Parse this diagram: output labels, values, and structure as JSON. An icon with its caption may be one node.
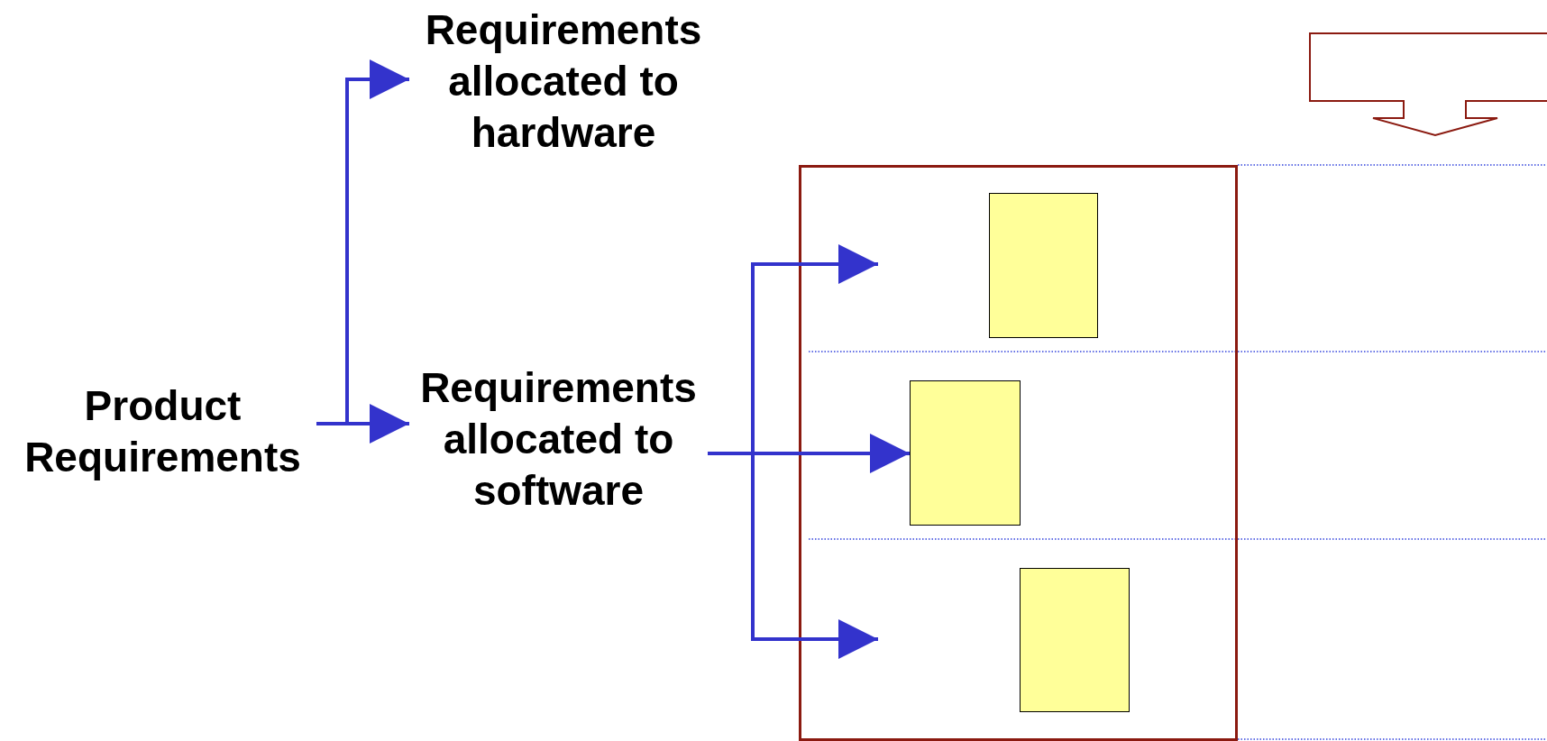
{
  "diagram": {
    "nodes": [
      {
        "text": [
          "Product Requirements"
        ]
      },
      {
        "text": [
          "Requirements allocated to hardware"
        ]
      },
      {
        "text": [
          "Requirements allocated to software"
        ]
      },
      {
        "text": [],
        "shape": "box"
      },
      {
        "text": [],
        "shape": "box",
        "in": 3
      },
      {
        "text": [],
        "shape": "box",
        "in": 3
      },
      {
        "text": [],
        "shape": "box",
        "in": 3
      }
    ],
    "edges": [
      {
        "from": 0,
        "to": 1,
        "arrow": "to"
      },
      {
        "from": 0,
        "to": 2,
        "arrow": "to"
      },
      {
        "from": 2,
        "to": null,
        "arrow": "to"
      },
      {
        "from": 2,
        "to": 5,
        "arrow": "to"
      },
      {
        "from": 2,
        "to": null,
        "arrow": "to"
      }
    ]
  }
}
